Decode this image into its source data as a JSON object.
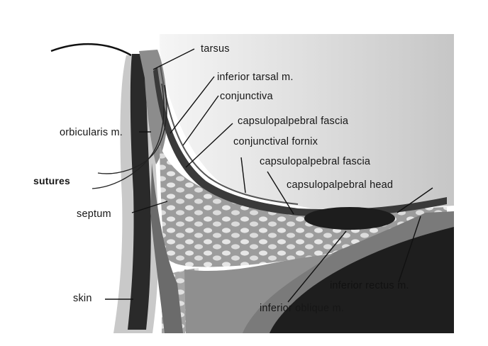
{
  "labels": {
    "tarsus": "tarsus",
    "inferior_tarsal": "inferior tarsal m.",
    "conjunctiva": "conjunctiva",
    "capsulopalpebral_fascia_upper": "capsulopalpebral fascia",
    "orbicularis": "orbicularis m.",
    "conjunctival_fornix": "conjunctival fornix",
    "capsulopalpebral_fascia_lower": "capsulopalpebral fascia",
    "sutures": "sutures",
    "capsulopalpebral_head": "capsulopalpebral head",
    "septum": "septum",
    "skin": "skin",
    "inferior_rectus": "inferior rectus m.",
    "inferior_oblique": "inferior oblique m."
  },
  "colors": {
    "background": "#ffffff",
    "skin": "#c9c9c9",
    "orbicularis": "#2e2e2e",
    "tarsus": "#8a8a8a",
    "fat": "#a3a3a3",
    "globe_shade": "#bdbdbd",
    "muscle_dark": "#1c1c1c",
    "leader": "#111111"
  }
}
